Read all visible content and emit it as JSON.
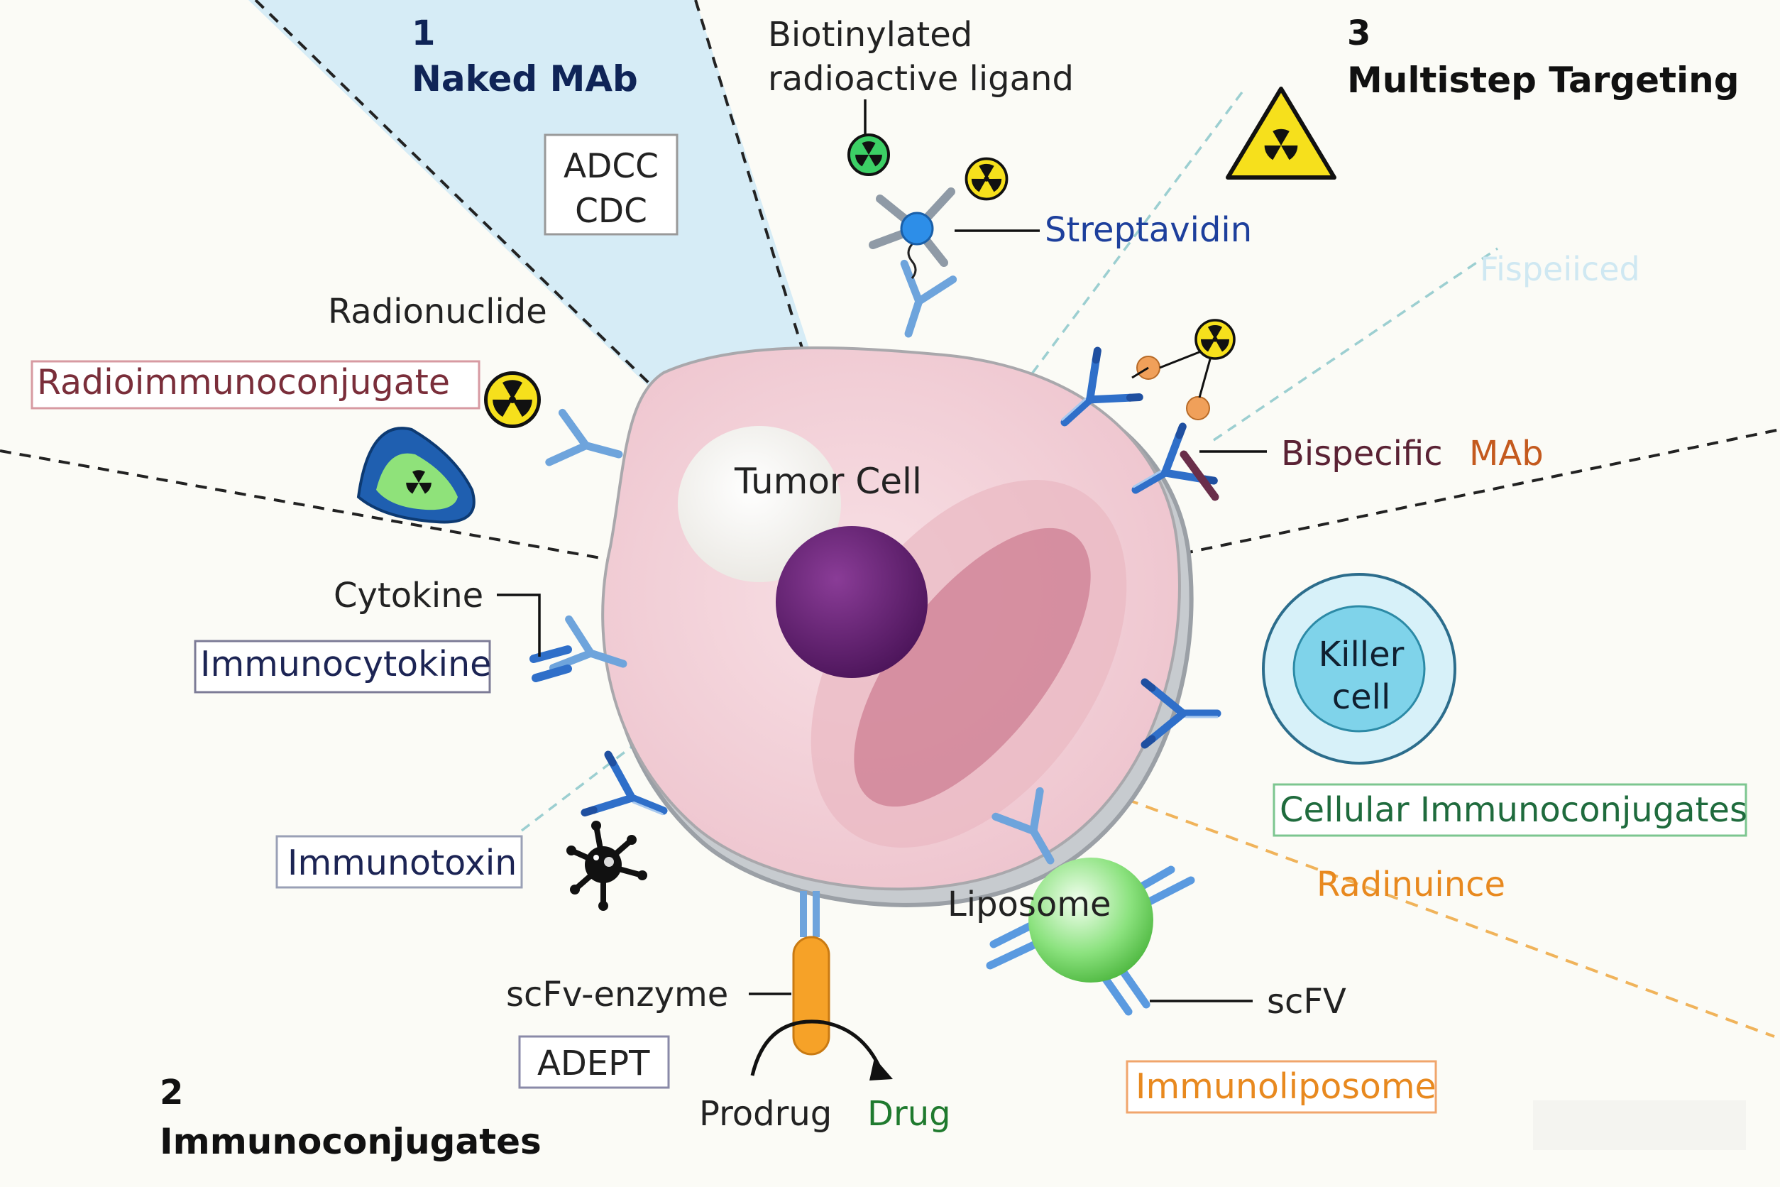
{
  "sections": {
    "naked": {
      "number": "1",
      "title": "Naked MAb"
    },
    "immunoconjugates": {
      "number": "2",
      "title": "Immunoconjugates"
    },
    "multistep": {
      "number": "3",
      "title": "Multistep Targeting"
    }
  },
  "labels": {
    "adcc": "ADCC",
    "cdc": "CDC",
    "biotinylated_1": "Biotinylated",
    "biotinylated_2": "radioactive ligand",
    "streptavidin": "Streptavidin",
    "fispeiiced": "Fispeiiced",
    "radionuclide": "Radionuclide",
    "radioimmunoconjugate": "Radioimmunoconjugate",
    "tumor_cell": "Tumor Cell",
    "bispecific": "Bispecific",
    "mab": "MAb",
    "cytokine": "Cytokine",
    "immunocytokine": "Immunocytokine",
    "killer_1": "Killer",
    "killer_2": "cell",
    "cellular": "Cellular Immunoconjugates",
    "radinuince": "Radinuince",
    "immunotoxin": "Immunotoxin",
    "liposome": "Liposome",
    "scfv_enzyme": "scFv-enzyme",
    "scfv": "scFV",
    "adept": "ADEPT",
    "prodrug": "Prodrug",
    "drug": "Drug",
    "immunoliposome": "Immunoliposome"
  },
  "colors": {
    "background": "#fbfbf6",
    "naked_wedge": "#d6ecf6",
    "cell_fill": "#f3d3da",
    "nucleus": "#5e1f6f",
    "antibody": "#3d7fd4",
    "heading_navy": "#0f2457",
    "streptavidin_text": "#1d3f9c",
    "radio_text": "#7a2e3a",
    "mab_orange": "#c45a1e",
    "cellular_green": "#1f6b3d",
    "orange_text": "#e8891f",
    "drug_green": "#1f7a2e",
    "killer_cell": "#8dd8ec",
    "liposome_green": "#6ad45c",
    "radiation_yellow": "#f6e01c"
  },
  "icons": [
    "radiation-icon",
    "hazard-triangle-icon",
    "toxin-icon",
    "conversion-arrow-icon"
  ]
}
